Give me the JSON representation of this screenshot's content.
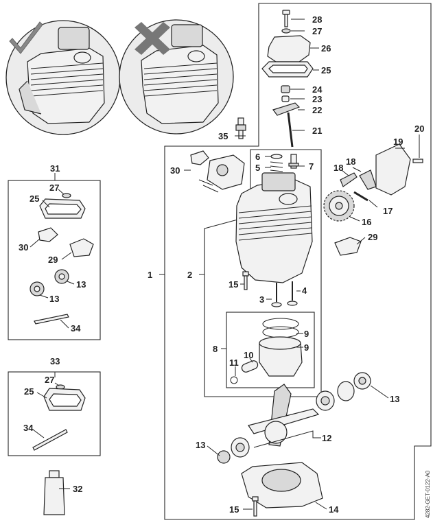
{
  "diagram": {
    "doc_code": "4282-GET-0122-A0",
    "callouts": {
      "c1": "1",
      "c2": "2",
      "c3": "3",
      "c4": "4",
      "c5": "5",
      "c6": "6",
      "c7": "7",
      "c8": "8",
      "c9a": "9",
      "c9b": "9",
      "c10": "10",
      "c11": "11",
      "c12": "12",
      "c13a": "13",
      "c13b": "13",
      "c13c": "13",
      "c13d": "13",
      "c14": "14",
      "c15a": "15",
      "c15b": "15",
      "c16": "16",
      "c17": "17",
      "c18a": "18",
      "c18b": "18",
      "c19": "19",
      "c20": "20",
      "c21": "21",
      "c22": "22",
      "c23": "23",
      "c24": "24",
      "c25a": "25",
      "c25b": "25",
      "c25c": "25",
      "c26": "26",
      "c27a": "27",
      "c27b": "27",
      "c27c": "27",
      "c28": "28",
      "c29a": "29",
      "c29b": "29",
      "c30a": "30",
      "c30b": "30",
      "c31": "31",
      "c32": "32",
      "c33": "33",
      "c34a": "34",
      "c34b": "34",
      "c35": "35"
    },
    "status_marks": {
      "correct": "check-mark",
      "incorrect": "x-mark"
    }
  }
}
